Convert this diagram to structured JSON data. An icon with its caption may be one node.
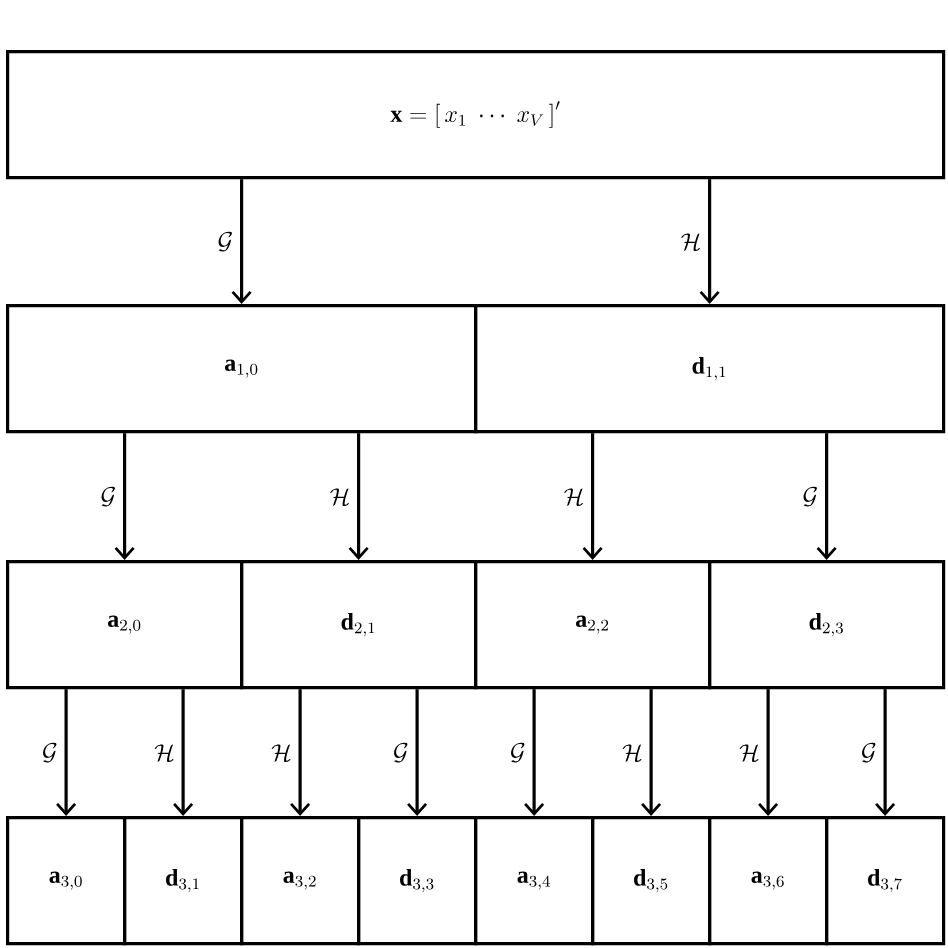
{
  "diagram": {
    "nodes": [
      {
        "text": [
          "\\mathbf{x}=\\left[\\,x_1\\;\\cdots\\;x_V\\,\\right]'"
        ]
      },
      {
        "text": [
          "\\mathbf{a}_{1,0}"
        ]
      },
      {
        "text": [
          "\\mathbf{d}_{1,1}"
        ]
      },
      {
        "text": [
          "\\mathbf{a}_{2,0}"
        ]
      },
      {
        "text": [
          "\\mathbf{d}_{2,1}"
        ]
      },
      {
        "text": [
          "\\mathbf{a}_{2,2}"
        ]
      },
      {
        "text": [
          "\\mathbf{d}_{2,3}"
        ]
      },
      {
        "text": [
          "\\mathbf{a}_{3,0}"
        ]
      },
      {
        "text": [
          "\\mathbf{d}_{3,1}"
        ]
      },
      {
        "text": [
          "\\mathbf{a}_{3,2}"
        ]
      },
      {
        "text": [
          "\\mathbf{d}_{3,3}"
        ]
      },
      {
        "text": [
          "\\mathbf{a}_{3,4}"
        ]
      },
      {
        "text": [
          "\\mathbf{d}_{3,5}"
        ]
      },
      {
        "text": [
          "\\mathbf{a}_{3,6}"
        ]
      },
      {
        "text": [
          "\\mathbf{d}_{3,7}"
        ]
      }
    ],
    "edges": [
      {
        "from": 0,
        "to": 1,
        "arrow": "to",
        "label": "\\mathcal{G}"
      },
      {
        "from": 0,
        "to": 2,
        "arrow": "to",
        "label": "\\mathcal{H}"
      },
      {
        "from": 1,
        "to": 3,
        "arrow": "to",
        "label": "\\mathcal{G}"
      },
      {
        "from": 1,
        "to": 4,
        "arrow": "to",
        "label": "\\mathcal{H}"
      },
      {
        "from": 2,
        "to": 5,
        "arrow": "to",
        "label": "\\mathcal{H}"
      },
      {
        "from": 2,
        "to": 6,
        "arrow": "to",
        "label": "\\mathcal{G}"
      },
      {
        "from": 3,
        "to": 7,
        "arrow": "to",
        "label": "\\mathcal{G}"
      },
      {
        "from": 3,
        "to": 8,
        "arrow": "to",
        "label": "\\mathcal{H}"
      },
      {
        "from": 4,
        "to": 9,
        "arrow": "to",
        "label": "\\mathcal{H}"
      },
      {
        "from": 4,
        "to": 10,
        "arrow": "to",
        "label": "\\mathcal{G}"
      },
      {
        "from": 5,
        "to": 11,
        "arrow": "to",
        "label": "\\mathcal{G}"
      },
      {
        "from": 5,
        "to": 12,
        "arrow": "to",
        "label": "\\mathcal{H}"
      },
      {
        "from": 6,
        "to": 13,
        "arrow": "to",
        "label": "\\mathcal{H}"
      },
      {
        "from": 6,
        "to": 14,
        "arrow": "to",
        "label": "\\mathcal{G}"
      }
    ]
  }
}
